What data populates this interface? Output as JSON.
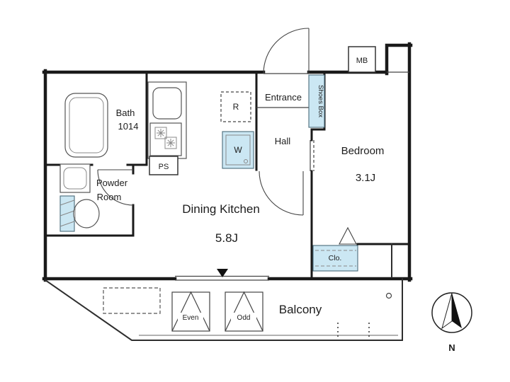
{
  "rooms": {
    "bath": {
      "name": "Bath",
      "size": "1014"
    },
    "powder_room": {
      "name_line1": "Powder",
      "name_line2": "Room"
    },
    "dining_kitchen": {
      "name": "Dining Kitchen",
      "size": "5.8J"
    },
    "hall": {
      "name": "Hall"
    },
    "entrance": {
      "name": "Entrance"
    },
    "bedroom": {
      "name": "Bedroom",
      "size": "3.1J"
    },
    "balcony": {
      "name": "Balcony"
    }
  },
  "fixtures": {
    "meter_box": "MB",
    "shoes_box": "Shoes Box",
    "pipe_space": "PS",
    "refrigerator": "R",
    "washing_machine": "W",
    "closet": "Clo.",
    "hatch_even": "Even",
    "hatch_odd": "Odd"
  },
  "compass": {
    "north": "N"
  },
  "colors": {
    "fixture_fill": "#cbe7f3",
    "wall": "#1a1a1a",
    "line": "#444444"
  }
}
